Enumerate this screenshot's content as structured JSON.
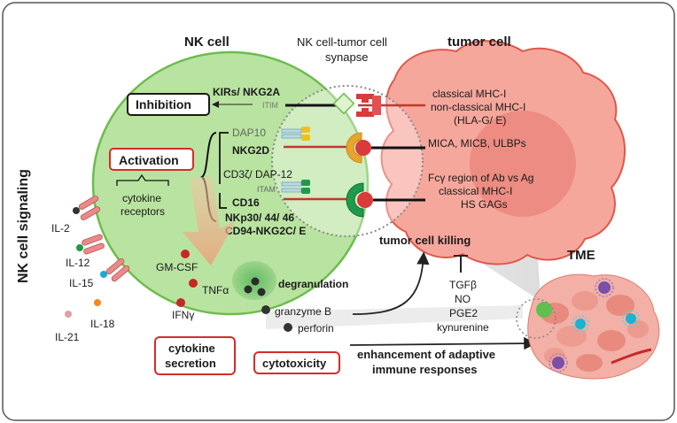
{
  "side_title": "NK cell signaling",
  "nk_cell": {
    "title": "NK cell",
    "inhibition": "Inhibition",
    "activation": "Activation",
    "kirs": "KIRs/ NKG2A",
    "itim": "ITIM",
    "dap10": "DAP10",
    "nkg2d": "NKG2D",
    "cd3z": "CD3ζ/ DAP-12",
    "itam": "ITAM",
    "cd16": "CD16",
    "nkp": "NKp30/ 44/ 46",
    "cd94": "CD94-NKG2C/ E",
    "cytokine_receptors_1": "cytokine",
    "cytokine_receptors_2": "receptors",
    "gmcsf": "GM-CSF",
    "tnfa": "TNFα",
    "ifng": "IFNγ",
    "degranulation": "degranulation"
  },
  "cytokines": {
    "il2": "IL-2",
    "il12": "IL-12",
    "il15": "IL-15",
    "il18": "IL-18",
    "il21": "IL-21"
  },
  "synapse": {
    "line1": "NK cell-tumor cell",
    "line2": "synapse"
  },
  "tumor": {
    "title": "tumor cell",
    "mhc1": "classical MHC-I",
    "mhc2": "non-classical MHC-I",
    "mhc3": "(HLA-G/ E)",
    "mica": "MICA, MICB, ULBPs",
    "fc1": "Fcγ region of Ab vs Ag",
    "fc2": "classical MHC-I",
    "fc3": "HS GAGs"
  },
  "effectors": {
    "granzyme": "granzyme B",
    "perforin": "perforin",
    "killing": "tumor cell killing",
    "tgfb": "TGFβ",
    "no": "NO",
    "pge2": "PGE2",
    "kynurenine": "kynurenine"
  },
  "outcomes": {
    "secretion_1": "cytokine",
    "secretion_2": "secretion",
    "cytotoxicity": "cytotoxicity",
    "adaptive_1": "enhancement of adaptive",
    "adaptive_2": "immune responses"
  },
  "tme": {
    "title": "TME"
  },
  "colors": {
    "nk_fill": "#b9e3a0",
    "nk_stroke": "#6cbd4e",
    "tumor_fill": "#f6a79c",
    "tumor_stroke": "#e0574b",
    "activation_red": "#d62b2b",
    "receptor_red": "#d93a3a",
    "yellow": "#f0c020",
    "green": "#1f9a4a"
  }
}
